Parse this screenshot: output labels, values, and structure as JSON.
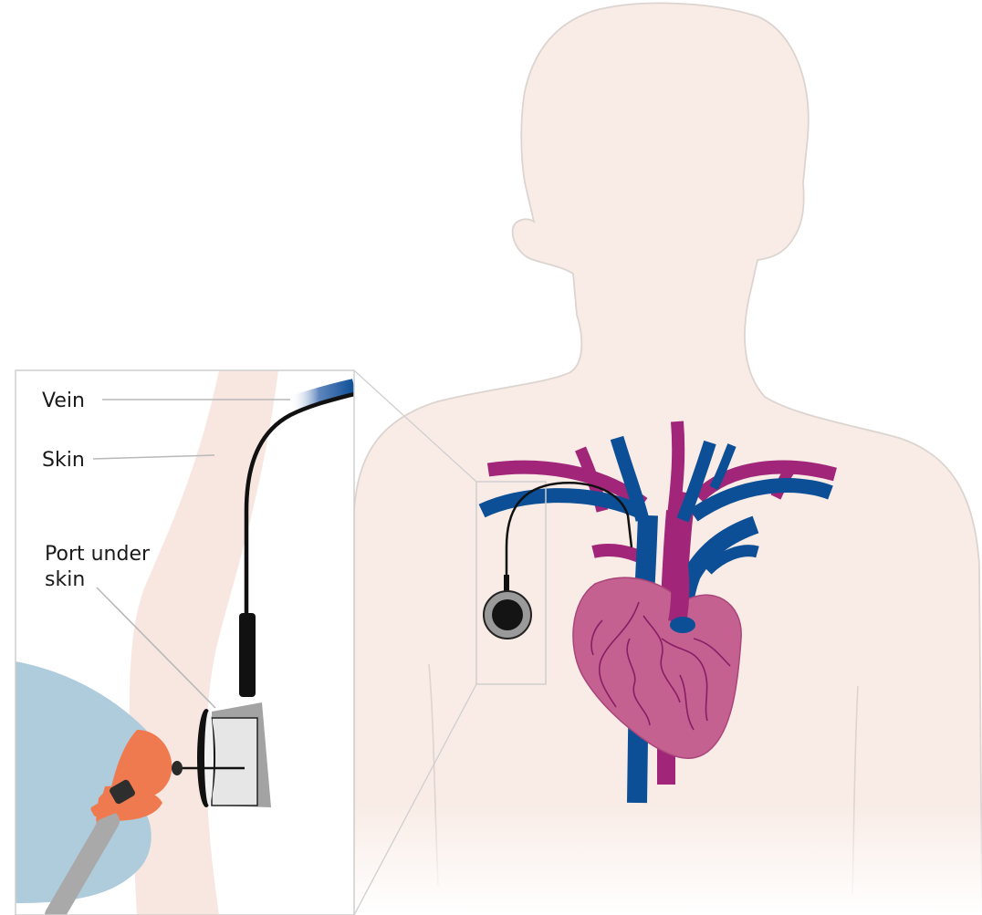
{
  "labels": {
    "vein": "Vein",
    "skin": "Skin",
    "port_line1": "Port under",
    "port_line2": "skin"
  },
  "colors": {
    "body_fill": "#f9ece6",
    "body_outline": "#dcd4d0",
    "vein_blue": "#0d4f96",
    "artery_magenta": "#a12578",
    "heart_fill": "#c56190",
    "heart_vessel_lines": "#8a1d66",
    "catheter": "#111111",
    "port_ring": "#9a9a9a",
    "port_center": "#141414",
    "inset_border": "#cfcfcf",
    "skin_band": "#f7e7e0",
    "glove_blue": "#afccdc",
    "finger_orange": "#f07a4f",
    "needle_tube_grey": "#a9a9a9",
    "port_base_grey": "#a3a3a3",
    "port_body": "#e6e6e6"
  },
  "icons": [
    "human-torso-silhouette",
    "heart-illustration",
    "implanted-port-icon",
    "gloved-hand-with-needle"
  ]
}
